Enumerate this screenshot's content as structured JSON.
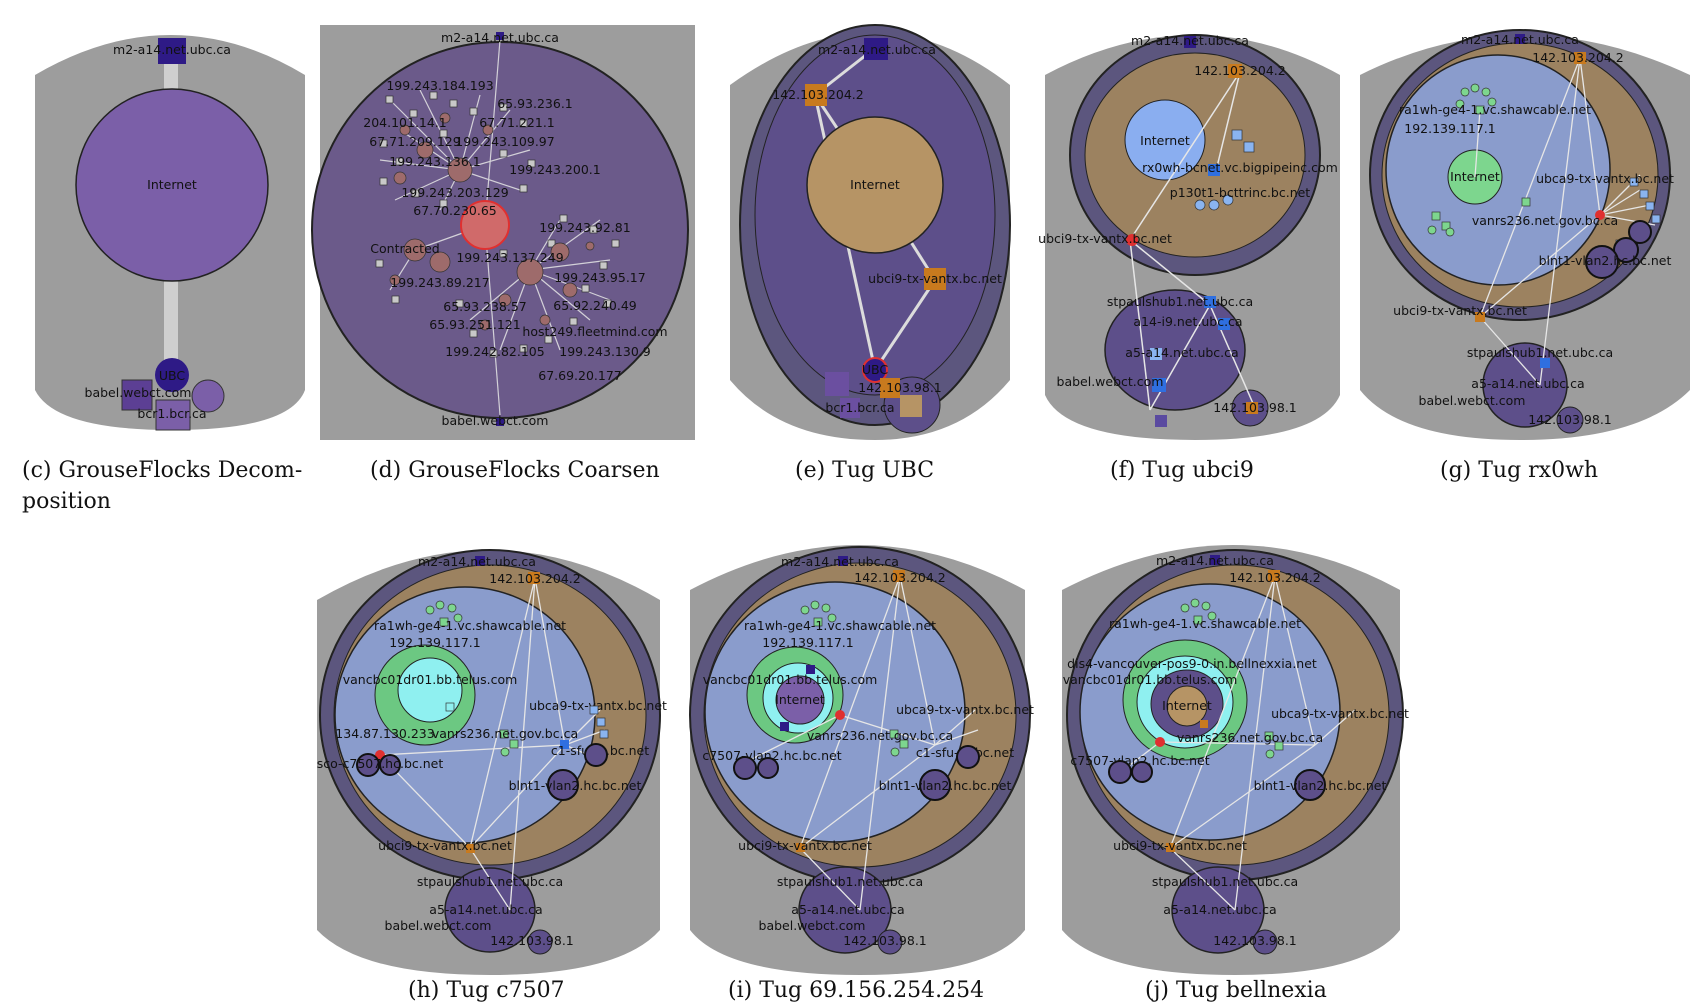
{
  "colors": {
    "outer_gray": "#9d9d9d",
    "dark_ring": "#5c567e",
    "internet_purple": "#7b5fa8",
    "internet_tan": "#b69465",
    "blue_region": "#8a9ccc",
    "brown_region": "#9c8260",
    "green_node": "#7dd68e",
    "cyan_node": "#8ff0f0",
    "orange_node": "#c87a1e",
    "navy_node": "#2e1a86",
    "red_node": "#e03030",
    "edge": "#dcdcdc"
  },
  "panels": [
    {
      "id": "c",
      "caption": "(c)  GrouseFlocks Decom-\nposition",
      "labels": {
        "top": "m2-a14.net.ubc.ca",
        "internet": "Internet",
        "ubc": "UBC",
        "l1": "babel.webct.com",
        "l2": "bcr1.bcr.ca"
      }
    },
    {
      "id": "d",
      "caption": "(d)  GrouseFlocks Coarsen",
      "labels": {
        "top": "m2-a14.net.ubc.ca",
        "a": "199.243.184.193",
        "b": "204.101.14.1",
        "c": "65.93.236.1",
        "d": "67.71.221.1",
        "e": "67.71.209.129",
        "f": "199.243.109.97",
        "g": "199.243.136.1",
        "h": "199.243.200.1",
        "i": "199.243.203.129",
        "j": "67.70.230.65",
        "k": "Contracted",
        "l": "199.243.92.81",
        "m": "199.243.137.249",
        "n": "199.243.89.217",
        "o": "199.243.95.17",
        "p": "65.93.238.57",
        "q": "65.92.240.49",
        "r": "65.93.251.121",
        "s": "host249.fleetmind.com",
        "t": "199.242.82.105",
        "u": "199.243.130.9",
        "v": "67.69.20.177",
        "bottom": "babel.webct.com"
      }
    },
    {
      "id": "e",
      "caption": "(e)  Tug UBC",
      "labels": {
        "top": "m2-a14.net.ubc.ca",
        "ip": "142.103.204.2",
        "internet": "Internet",
        "ubci9": "ubci9-tx-vantx.bc.net",
        "ubc": "UBC",
        "ip2": "142.103.98.1",
        "bcr": "bcr1.bcr.ca"
      }
    },
    {
      "id": "f",
      "caption": "(f)  Tug ubci9",
      "labels": {
        "top": "m2-a14.net.ubc.ca",
        "ip": "142.103.204.2",
        "internet": "Internet",
        "rx0wh": "rx0wh-bcnet.vc.bigpipeinc.com",
        "p130": "p130t1-bcttrinc.bc.net",
        "ubci9": "ubci9-tx-vantx.bc.net",
        "stp": "stpaulshub1.net.ubc.ca",
        "a14": "a14-i9.net.ubc.ca",
        "a5": "a5-a14.net.ubc.ca",
        "babel": "babel.webct.com",
        "ip2": "142.103.98.1"
      }
    },
    {
      "id": "g",
      "caption": "(g)  Tug rx0wh",
      "labels": {
        "top": "m2-a14.net.ubc.ca",
        "ip": "142.103.204.2",
        "ra1": "ra1wh-ge4-1.vc.shawcable.net",
        "ip3": "192.139.117.1",
        "internet": "Internet",
        "ubca9": "ubca9-tx-vantx.bc.net",
        "vanrs": "vanrs236.net.gov.bc.ca",
        "blnt": "blnt1-vlan2.hc.bc.net",
        "ubci9": "ubci9-tx-vantx.bc.net",
        "stp": "stpaulshub1.net.ubc.ca",
        "a5": "a5-a14.net.ubc.ca",
        "babel": "babel.webct.com",
        "ip2": "142.103.98.1"
      }
    },
    {
      "id": "h",
      "caption": "(h)  Tug c7507",
      "labels": {
        "top": "m2-a14.net.ubc.ca",
        "ip": "142.103.204.2",
        "ra1": "ra1wh-ge4-1.vc.shawcable.net",
        "ip3": "192.139.117.1",
        "vanc": "vancbc01dr01.bb.telus.com",
        "ubca9": "ubca9-tx-vantx.bc.net",
        "ip4": "134.87.130.233",
        "vanrs": "vanrs236.net.gov.bc.ca",
        "sfu": "c1-sfu-tx.bc.net",
        "sco": "sco-c7507.hc.bc.net",
        "blnt": "blnt1-vlan2.hc.bc.net",
        "ubci9": "ubci9-tx-vantx.bc.net",
        "stp": "stpaulshub1.net.ubc.ca",
        "a5": "a5-a14.net.ubc.ca",
        "babel": "babel.webct.com",
        "ip2": "142.103.98.1"
      }
    },
    {
      "id": "i",
      "caption": "(i)  Tug 69.156.254.254",
      "labels": {
        "top": "m2-a14.net.ubc.ca",
        "ip": "142.103.204.2",
        "ra1": "ra1wh-ge4-1.vc.shawcable.net",
        "ip3": "192.139.117.1",
        "vanc": "vancbc01dr01.bb.telus.com",
        "internet": "Internet",
        "ubca9": "ubca9-tx-vantx.bc.net",
        "vanrs": "vanrs236.net.gov.bc.ca",
        "c7507": "c7507-vlan2.hc.bc.net",
        "sfu": "c1-sfu-tx.bc.net",
        "blnt": "blnt1-vlan2.hc.bc.net",
        "ubci9": "ubci9-tx-vantx.bc.net",
        "stp": "stpaulshub1.net.ubc.ca",
        "a5": "a5-a14.net.ubc.ca",
        "babel": "babel.webct.com",
        "ip2": "142.103.98.1"
      }
    },
    {
      "id": "j",
      "caption": "(j)  Tug bellnexia",
      "labels": {
        "top": "m2-a14.net.ubc.ca",
        "ip": "142.103.204.2",
        "ra1": "ra1wh-ge4-1.vc.shawcable.net",
        "bell": "dis4-vancouver-pos9-0.in.bellnexxia.net",
        "vanc": "vancbc01dr01.bb.telus.com",
        "internet": "Internet",
        "ubca9": "ubca9-tx-vantx.bc.net",
        "vanrs": "vanrs236.net.gov.bc.ca",
        "c7507": "c7507-vlan2.hc.bc.net",
        "blnt": "blnt1-vlan2.hc.bc.net",
        "ubci9": "ubci9-tx-vantx.bc.net",
        "stp": "stpaulshub1.net.ubc.ca",
        "a5": "a5-a14.net.ubc.ca",
        "ip2": "142.103.98.1"
      }
    }
  ]
}
